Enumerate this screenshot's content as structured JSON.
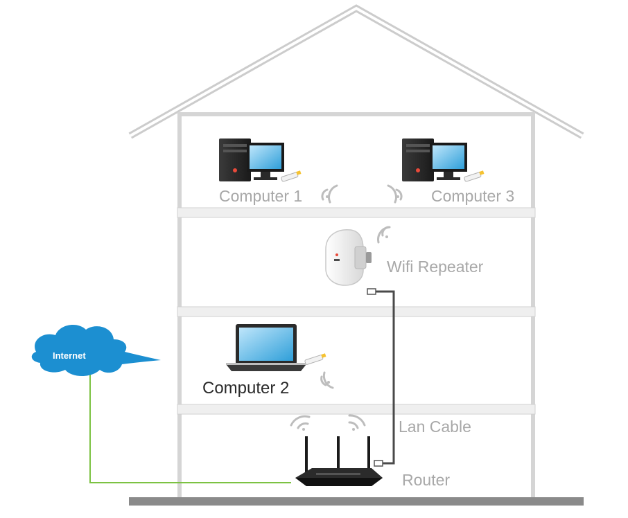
{
  "diagram": {
    "labels": {
      "computer1": "Computer 1",
      "computer3": "Computer 3",
      "wifi_repeater": "Wifi Repeater",
      "computer2": "Computer 2",
      "lan_cable": "Lan Cable",
      "router": "Router",
      "internet": "Internet"
    },
    "colors": {
      "house_outline": "#c9c9c9",
      "floor_band": "#efefef",
      "ground": "#8a8a8a",
      "internet_link": "#7cc242",
      "lan_cable": "#4a4a4a",
      "cloud": "#1c8fd1",
      "label_text": "#a8a8a8"
    }
  }
}
